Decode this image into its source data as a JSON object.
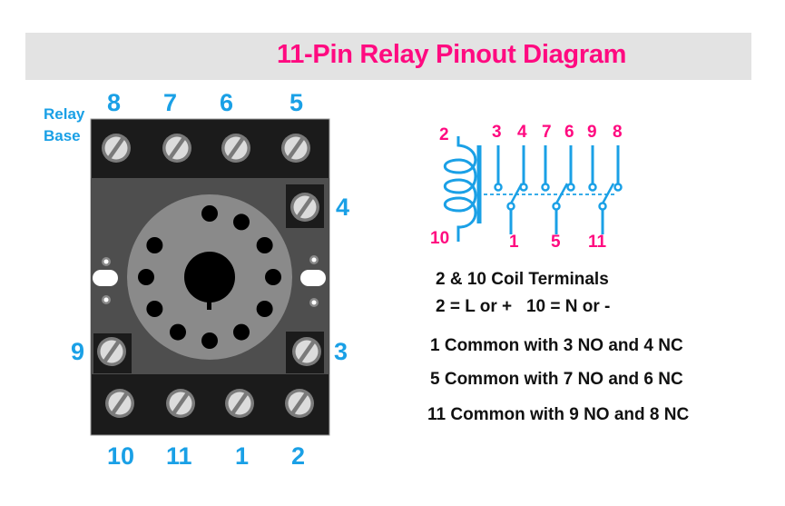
{
  "title": "11-Pin Relay Pinout Diagram",
  "colors": {
    "title": "#ff0a80",
    "pin_label": "#1aa0e6",
    "schematic_line": "#1aa0e6",
    "schematic_label": "#ff0a80",
    "description_text": "#111111",
    "title_bar": "#e3e3e3"
  },
  "relay_base": {
    "label_line1": "Relay",
    "label_line2": "Base",
    "top_pins": [
      "8",
      "7",
      "6",
      "5"
    ],
    "bottom_pins": [
      "10",
      "11",
      "1",
      "2"
    ],
    "right_upper_pin": "4",
    "right_lower_pin": "3",
    "left_lower_pin": "9",
    "socket_holes": 11
  },
  "schematic": {
    "coil_top": "2",
    "coil_bottom": "10",
    "top_terminals": [
      "3",
      "4",
      "7",
      "6",
      "9",
      "8"
    ],
    "common_terminals": [
      "1",
      "5",
      "11"
    ]
  },
  "descriptions": {
    "coil_heading": "2 & 10 Coil Terminals",
    "coil_polarity": "2 = L or +   10 = N or -",
    "contacts": [
      "1 Common with 3 NO and 4 NC",
      "5 Common with 7 NO and 6 NC",
      "11 Common with 9 NO and 8 NC"
    ]
  }
}
